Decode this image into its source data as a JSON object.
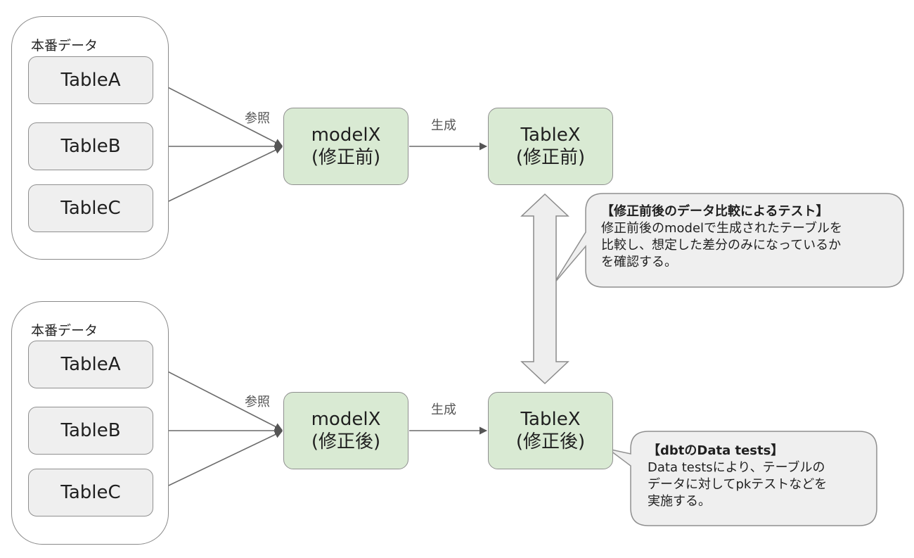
{
  "groups": {
    "top": {
      "label": "本番データ",
      "tables": [
        "TableA",
        "TableB",
        "TableC"
      ]
    },
    "bottom": {
      "label": "本番データ",
      "tables": [
        "TableA",
        "TableB",
        "TableC"
      ]
    }
  },
  "edge_labels": {
    "ref_top": "参照",
    "gen_top": "生成",
    "ref_bottom": "参照",
    "gen_bottom": "生成"
  },
  "nodes": {
    "model_before": {
      "line1": "modelX",
      "line2": "(修正前)"
    },
    "table_before": {
      "line1": "TableX",
      "line2": "(修正前)"
    },
    "model_after": {
      "line1": "modelX",
      "line2": "(修正後)"
    },
    "table_after": {
      "line1": "TableX",
      "line2": "(修正後)"
    }
  },
  "callouts": {
    "comparison": {
      "title": "【修正前後のデータ比較によるテスト】",
      "lines": [
        "修正前後のmodelで生成されたテーブルを",
        "比較し、想定した差分のみになっているか",
        "を確認する。"
      ]
    },
    "dbt": {
      "title": "【dbtのData tests】",
      "lines": [
        "Data testsにより、テーブルの",
        "データに対してpkテストなどを",
        "実施する。"
      ]
    }
  },
  "colors": {
    "node_fill": "#d9ead3",
    "table_fill": "#efefef",
    "callout_fill": "#efefef",
    "stroke": "#8f8f8f",
    "arrow": "#555555"
  }
}
